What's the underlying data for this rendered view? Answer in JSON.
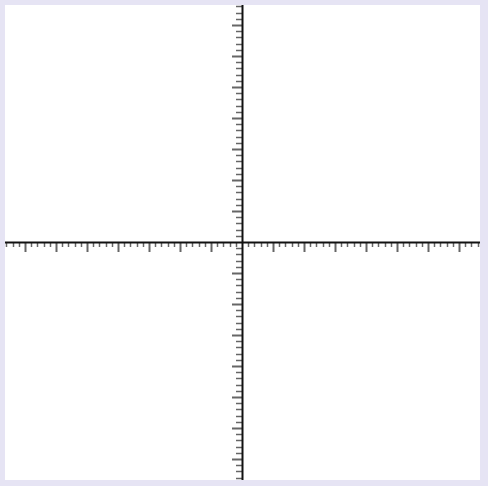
{
  "colors": {
    "frame_border": "#e6e4f4",
    "canvas_background": "#ffffff",
    "axis": "#111111",
    "tick": "#666666"
  },
  "coordinate_plane": {
    "axes": [
      "x",
      "y"
    ],
    "major_tick_every": 5,
    "minor_tick_every": 1,
    "x_major_ticks_left": 7,
    "x_major_ticks_right": 7,
    "y_major_ticks_up": 7,
    "y_major_ticks_down": 7,
    "grid": false,
    "labels_shown": false
  }
}
